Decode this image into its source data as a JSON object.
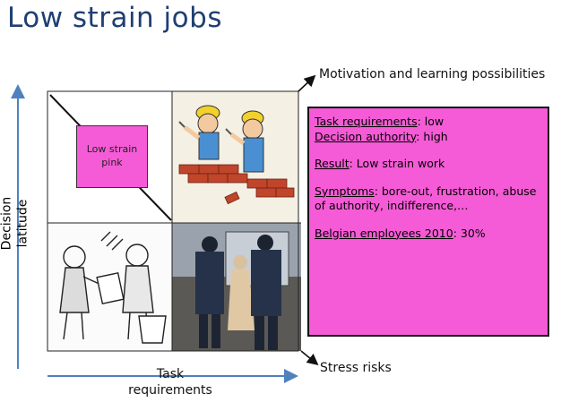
{
  "title": "Low strain jobs",
  "axes": {
    "top_right_label": "Motivation and learning possibilities",
    "bottom_right_label": "Stress risks",
    "x_label": "Task requirements",
    "y_label": "Decision latitude"
  },
  "quadrant_box": {
    "line1": "Low strain",
    "line2": "pink"
  },
  "info": {
    "task_req_key": "Task requirements",
    "task_req_val": ": low",
    "decision_key": "Decision authority",
    "decision_val": ": high",
    "result_key": "Result",
    "result_val": ": Low strain work",
    "symptoms_key": "Symptoms",
    "symptoms_val": ": bore-out, frustration, abuse of authority, indifference,…",
    "belgian_key": "Belgian employees 2010",
    "belgian_val": ": 30%"
  },
  "colors": {
    "title": "#1f3f73",
    "arrow": "#4f81bd",
    "highlight": "#f55bd6"
  }
}
